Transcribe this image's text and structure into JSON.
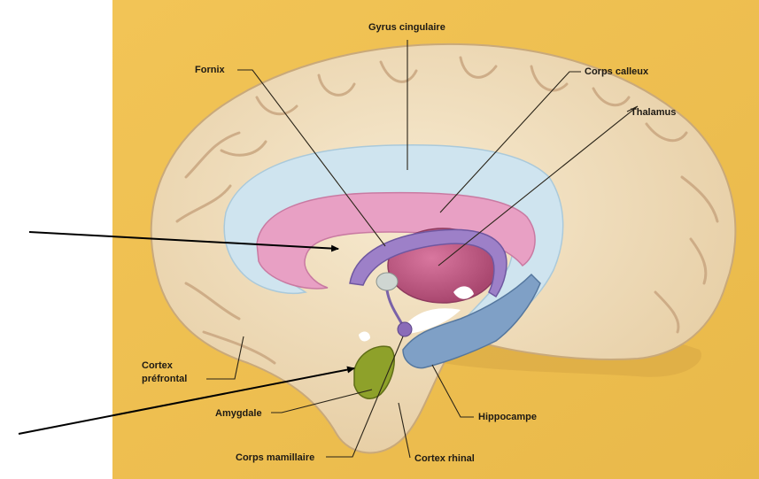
{
  "labels": {
    "gyrus_cingulaire": "Gyrus cingulaire",
    "fornix": "Fornix",
    "corps_calleux": "Corps calleux",
    "thalamus": "Thalamus",
    "cortex_prefrontal_line1": "Cortex",
    "cortex_prefrontal_line2": "préfrontal",
    "amygdale": "Amygdale",
    "hippocampe": "Hippocampe",
    "corps_mamillaire": "Corps mamillaire",
    "cortex_rhinal": "Cortex rhinal"
  },
  "colors": {
    "background": "#f3c95a",
    "cortex": "#f1dfbd",
    "cingulate_blue": "#cfe3ee",
    "corpus_callosum": "#e79fc3",
    "thalamus": "#c25b86",
    "fornix": "#9d7fc7",
    "hippocampus": "#7a9dc4",
    "amygdala": "#8ea12a"
  }
}
